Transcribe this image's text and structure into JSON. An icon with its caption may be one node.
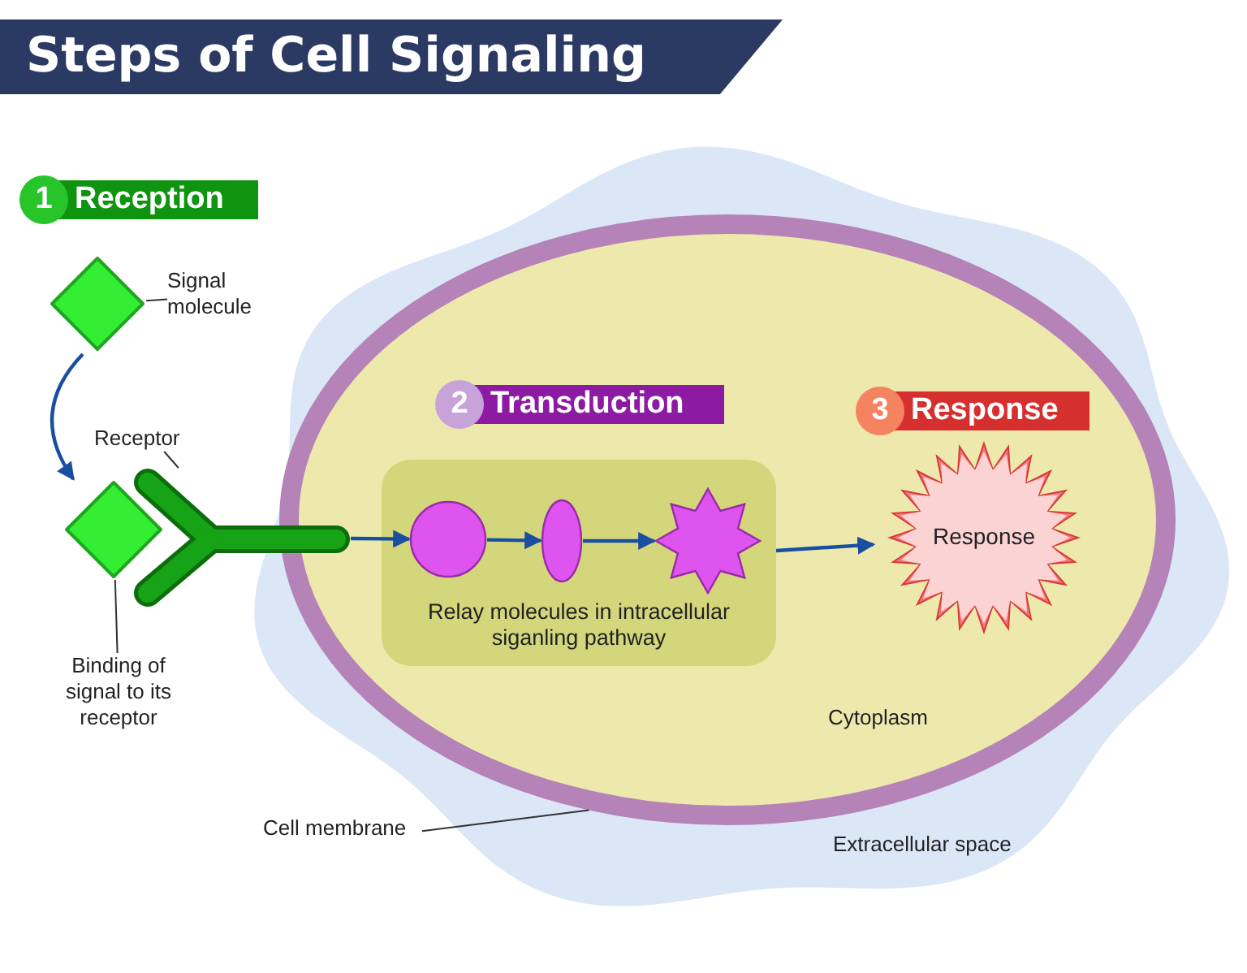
{
  "diagram": {
    "title": "Steps of Cell Signaling",
    "nodes": [
      {
        "text": [
          "1",
          "Reception"
        ]
      },
      {
        "text": [
          "Signal molecule"
        ]
      },
      {
        "text": [],
        "shape": "diamond"
      },
      {
        "text": [],
        "shape": "diamond"
      },
      {
        "text": [
          "Receptor"
        ]
      },
      {
        "text": [],
        "shape": "picture"
      },
      {
        "text": [
          "Binding of signal to its receptor"
        ]
      },
      {
        "text": [
          "Extracellular space"
        ]
      },
      {
        "text": [
          "Cytoplasm"
        ],
        "in": 7
      },
      {
        "text": [
          "Cell membrane"
        ]
      },
      {
        "text": [
          "2",
          "Transduction"
        ],
        "in": 8
      },
      {
        "text": [
          "Relay molecules in intracellular siganling pathway"
        ],
        "in": 8
      },
      {
        "text": [],
        "shape": "circle",
        "in": 11
      },
      {
        "text": [],
        "shape": "ellipse",
        "in": 11
      },
      {
        "text": [],
        "shape": "star",
        "in": 11
      },
      {
        "text": [
          "3",
          "Response"
        ],
        "in": 8
      },
      {
        "text": [
          "Response"
        ],
        "in": 8
      }
    ],
    "edges": [
      {
        "from": 2,
        "to": 3,
        "arrow": "to"
      },
      {
        "from": 1,
        "to": 2,
        "arrow": "none",
        "color": "#333333"
      },
      {
        "from": 4,
        "to": 5,
        "arrow": "none",
        "color": "#333333"
      },
      {
        "from": 6,
        "to": 3,
        "arrow": "none",
        "color": "#333333"
      },
      {
        "from": 9,
        "to": 8,
        "arrow": "none",
        "color": "#333333"
      },
      {
        "from": 5,
        "to": 12,
        "arrow": "to"
      },
      {
        "from": 12,
        "to": 13,
        "arrow": "to"
      },
      {
        "from": 13,
        "to": 14,
        "arrow": "to"
      },
      {
        "from": 11,
        "to": 16,
        "arrow": "to"
      }
    ]
  }
}
